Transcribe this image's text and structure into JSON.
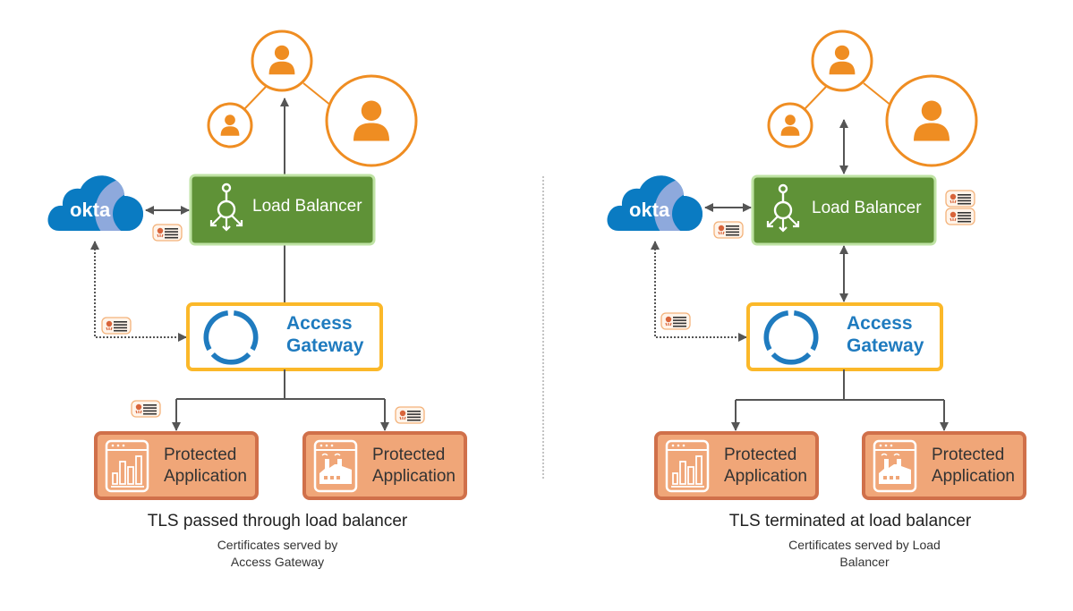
{
  "colors": {
    "user_orange": "#ef8d22",
    "load_balancer_green": "#5f9237",
    "load_balancer_border": "#bfe3a4",
    "gateway_border": "#fbb829",
    "gateway_text": "#1f7bbf",
    "app_fill": "#f0a678",
    "app_border": "#d0704a",
    "okta_blue": "#0a7bc2",
    "okta_light": "#8ea9dc",
    "arrow_gray": "#555555"
  },
  "left": {
    "load_balancer_label": "Load Balancer",
    "gateway_label_line1": "Access",
    "gateway_label_line2": "Gateway",
    "okta_label": "okta",
    "apps": [
      {
        "icon": "bar-chart-app-icon",
        "line1": "Protected",
        "line2": "Application"
      },
      {
        "icon": "factory-app-icon",
        "line1": "Protected",
        "line2": "Application"
      }
    ],
    "caption_title": "TLS passed through load balancer",
    "caption_sub_line1": "Certificates served by",
    "caption_sub_line2": "Access Gateway"
  },
  "right": {
    "load_balancer_label": "Load Balancer",
    "gateway_label_line1": "Access",
    "gateway_label_line2": "Gateway",
    "okta_label": "okta",
    "apps": [
      {
        "icon": "bar-chart-app-icon",
        "line1": "Protected",
        "line2": "Application"
      },
      {
        "icon": "factory-app-icon",
        "line1": "Protected",
        "line2": "Application"
      }
    ],
    "caption_title": "TLS terminated at load balancer",
    "caption_sub_line1": "Certificates served by Load",
    "caption_sub_line2": "Balancer"
  }
}
